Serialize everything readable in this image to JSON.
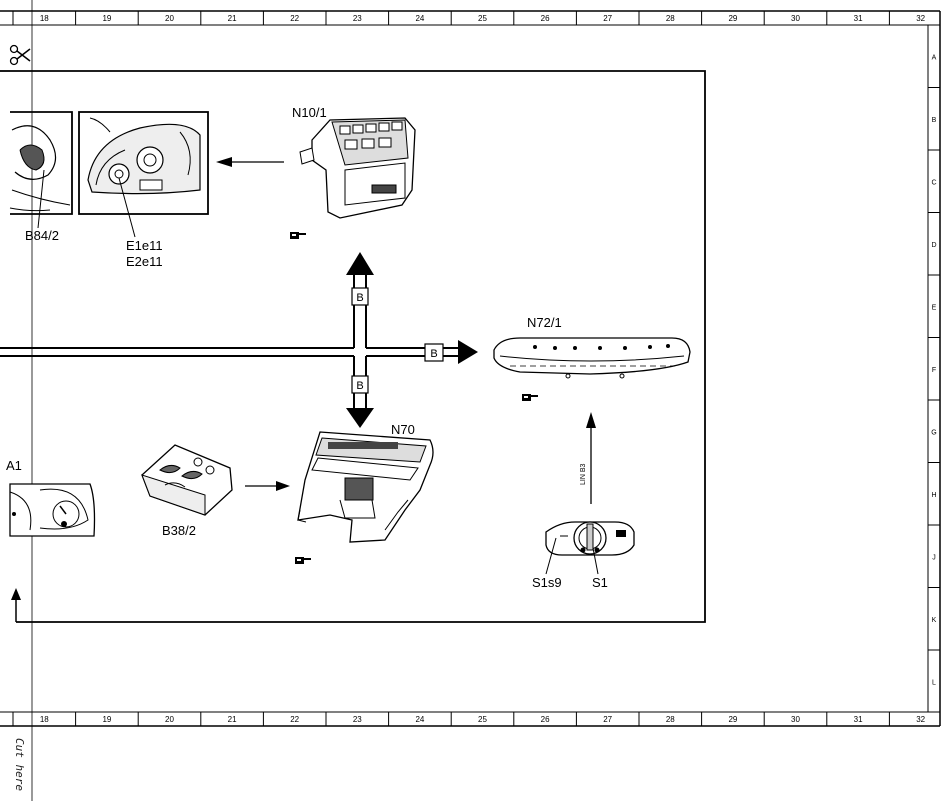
{
  "sheet": {
    "columns": [
      "18",
      "19",
      "20",
      "21",
      "22",
      "23",
      "24",
      "25",
      "26",
      "27",
      "28",
      "29",
      "30",
      "31",
      "32"
    ],
    "rows": [
      "A",
      "B",
      "C",
      "D",
      "E",
      "F",
      "G",
      "H",
      "J",
      "K",
      "L"
    ],
    "cut_label": "Cut here"
  },
  "components": {
    "n10_1": "N10/1",
    "b84_2": "B84/2",
    "e1e11": "E1e11",
    "e2e11": "E2e11",
    "n72_1": "N72/1",
    "n70": "N70",
    "b38_2": "B38/2",
    "s1s9": "S1s9",
    "s1": "S1",
    "a1_partial": "A1"
  },
  "connectors": {
    "bus_up": "B",
    "bus_right": "B",
    "bus_down": "B",
    "lin": "LIN B3"
  },
  "icons": [
    "scissors-icon",
    "pointing-hand-icon"
  ]
}
